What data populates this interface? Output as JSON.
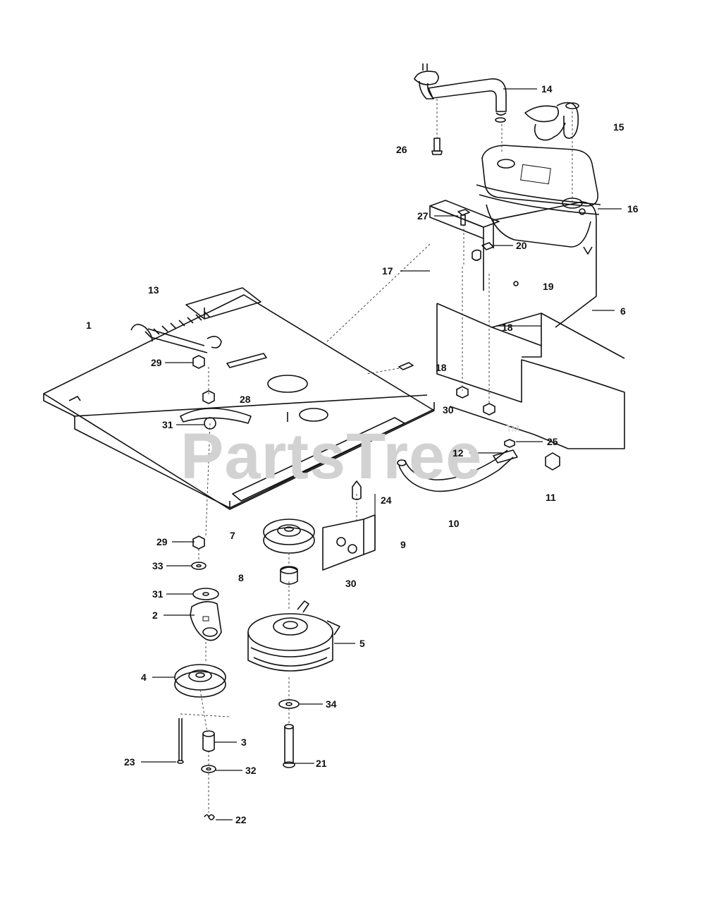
{
  "watermark": {
    "text": "PartsTree",
    "trademark": "TM",
    "color": "#d2d2d2"
  },
  "callouts": [
    {
      "id": "c14",
      "label": "14"
    },
    {
      "id": "c15",
      "label": "15"
    },
    {
      "id": "c26",
      "label": "26"
    },
    {
      "id": "c16",
      "label": "16"
    },
    {
      "id": "c27",
      "label": "27"
    },
    {
      "id": "c20",
      "label": "20"
    },
    {
      "id": "c17",
      "label": "17"
    },
    {
      "id": "c19",
      "label": "19"
    },
    {
      "id": "c13",
      "label": "13"
    },
    {
      "id": "c6",
      "label": "6"
    },
    {
      "id": "c1",
      "label": "1"
    },
    {
      "id": "c18a",
      "label": "18"
    },
    {
      "id": "c29a",
      "label": "29"
    },
    {
      "id": "c18b",
      "label": "18"
    },
    {
      "id": "c28",
      "label": "28"
    },
    {
      "id": "c30a",
      "label": "30"
    },
    {
      "id": "c31a",
      "label": "31"
    },
    {
      "id": "c25",
      "label": "25"
    },
    {
      "id": "c12",
      "label": "12"
    },
    {
      "id": "c11",
      "label": "11"
    },
    {
      "id": "c24",
      "label": "24"
    },
    {
      "id": "c10",
      "label": "10"
    },
    {
      "id": "c7",
      "label": "7"
    },
    {
      "id": "c29b",
      "label": "29"
    },
    {
      "id": "c9",
      "label": "9"
    },
    {
      "id": "c33",
      "label": "33"
    },
    {
      "id": "c8",
      "label": "8"
    },
    {
      "id": "c30b",
      "label": "30"
    },
    {
      "id": "c31b",
      "label": "31"
    },
    {
      "id": "c2",
      "label": "2"
    },
    {
      "id": "c5",
      "label": "5"
    },
    {
      "id": "c4",
      "label": "4"
    },
    {
      "id": "c34",
      "label": "34"
    },
    {
      "id": "c3",
      "label": "3"
    },
    {
      "id": "c23",
      "label": "23"
    },
    {
      "id": "c21",
      "label": "21"
    },
    {
      "id": "c32",
      "label": "32"
    },
    {
      "id": "c22",
      "label": "22"
    }
  ]
}
